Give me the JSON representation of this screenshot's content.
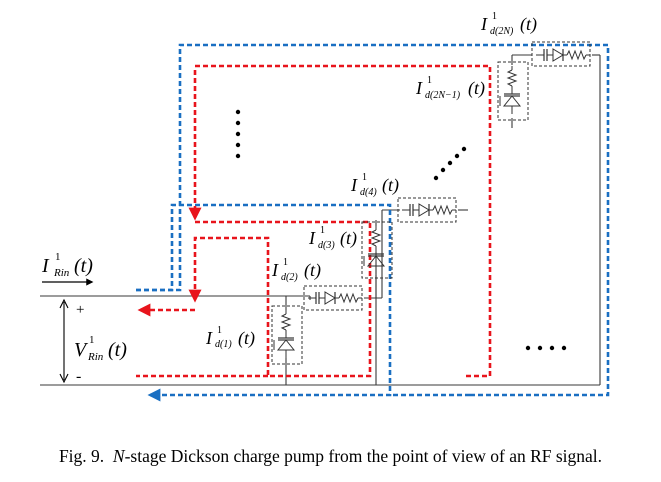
{
  "figure": {
    "caption_label": "Fig. 9.",
    "caption_var": "N",
    "caption_text": "-stage Dickson charge pump from the point of view of an RF signal."
  },
  "labels": {
    "input_current": {
      "main": "I",
      "sup": "1",
      "sub": "Rin",
      "arg": "(t)"
    },
    "input_voltage": {
      "main": "V",
      "sup": "1",
      "sub": "Rin",
      "arg": "(t)"
    },
    "plus": "+",
    "minus": "-",
    "id1": {
      "main": "I",
      "sup": "1",
      "sub": "d(1)",
      "arg": "(t)"
    },
    "id2": {
      "main": "I",
      "sup": "1",
      "sub": "d(2)",
      "arg": "(t)"
    },
    "id3": {
      "main": "I",
      "sup": "1",
      "sub": "d(3)",
      "arg": "(t)"
    },
    "id4": {
      "main": "I",
      "sup": "1",
      "sub": "d(4)",
      "arg": "(t)"
    },
    "id2n1": {
      "main": "I",
      "sup": "1",
      "sub": "d(2N−1)",
      "arg": "(t)"
    },
    "id2n": {
      "main": "I",
      "sup": "1",
      "sub": "d(2N)",
      "arg": "(t)"
    }
  },
  "colors": {
    "red_loop": "#e8141c",
    "blue_loop": "#1a6fc2",
    "wire": "#3a3a3a",
    "box": "#333333"
  }
}
